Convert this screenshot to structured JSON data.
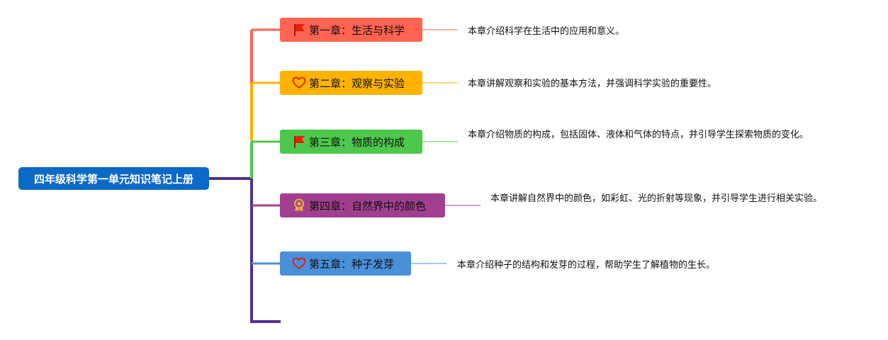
{
  "root": {
    "label": "四年级科学第一单元知识笔记上册",
    "color": "#0b69c7"
  },
  "trunk_color": "#512e8c",
  "chapters": [
    {
      "label": "第一章：生活与科学",
      "icon": "flag-icon",
      "color": "#ff6352",
      "icon_color": "#e8200c",
      "description": "本章介绍科学在生活中的应用和意义。"
    },
    {
      "label": "第二章：观察与实验",
      "icon": "heart-icon",
      "color": "#ffb300",
      "icon_color": "#e8200c",
      "description": "本章讲解观察和实验的基本方法，并强调科学实验的重要性。"
    },
    {
      "label": "第三章：物质的构成",
      "icon": "flag-icon",
      "color": "#4cc84c",
      "icon_color": "#e8200c",
      "description": "本章介绍物质的构成，包括固体、液体和气体的特点，并引导学生探索物质的变化。"
    },
    {
      "label": "第四章：自然界中的颜色",
      "icon": "medal-icon",
      "color": "#a13f8e",
      "icon_color": "#f6b632",
      "description": "本章讲解自然界中的颜色，如彩虹、光的折射等现象，并引导学生进行相关实验。"
    },
    {
      "label": "第五章：种子发芽",
      "icon": "heart-icon",
      "color": "#4a90d9",
      "icon_color": "#e8200c",
      "description": "本章介绍种子的结构和发芽的过程，帮助学生了解植物的生长。"
    }
  ]
}
